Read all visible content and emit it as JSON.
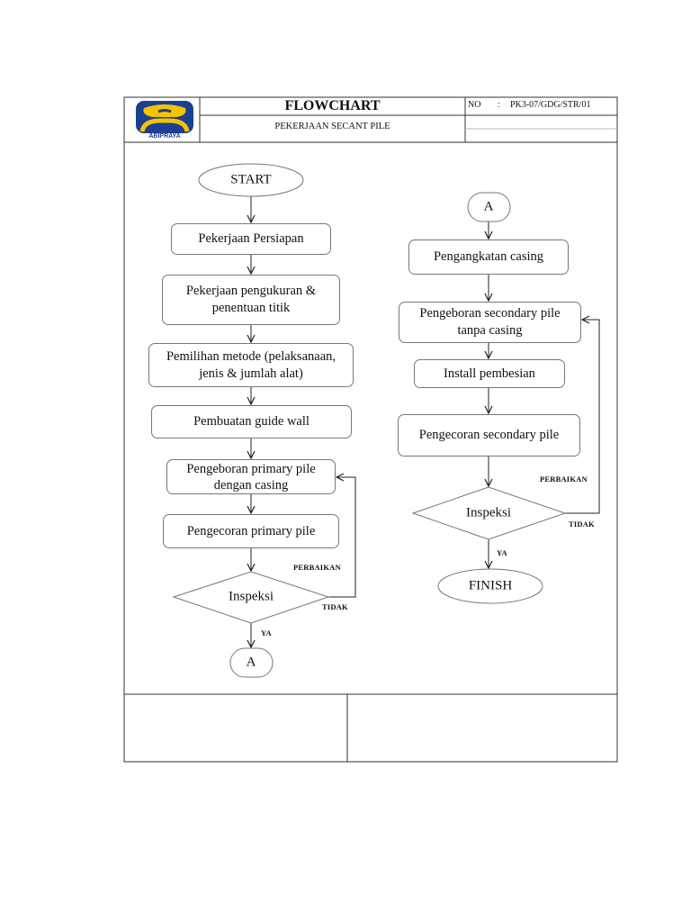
{
  "header": {
    "logo_text": "ABIPRAYA",
    "title": "FLOWCHART",
    "subtitle": "PEKERJAAN SECANT PILE",
    "no_label": "NO",
    "no_sep": ":",
    "doc_number": "PK3-07/GDG/STR/01"
  },
  "colors": {
    "logo_blue": "#1c3f94",
    "logo_yellow": "#f5c400"
  },
  "left_flow": {
    "start": "START",
    "steps": [
      "Pekerjaan Persiapan",
      "Pekerjaan pengukuran & penentuan titik",
      "Pemilihan metode (pelaksanaan, jenis & jumlah alat)",
      "Pembuatan guide wall",
      "Pengeboran primary pile dengan casing",
      "Pengecoran primary pile"
    ],
    "decision": "Inspeksi",
    "no_label": "TIDAK",
    "loop_label": "PERBAIKAN",
    "yes_label": "YA",
    "connector": "A"
  },
  "right_flow": {
    "connector": "A",
    "steps": [
      "Pengangkatan casing",
      "Pengeboran secondary pile tanpa casing",
      "Install pembesian",
      "Pengecoran secondary pile"
    ],
    "decision": "Inspeksi",
    "no_label": "TIDAK",
    "loop_label": "PERBAIKAN",
    "yes_label": "YA",
    "end": "FINISH"
  }
}
